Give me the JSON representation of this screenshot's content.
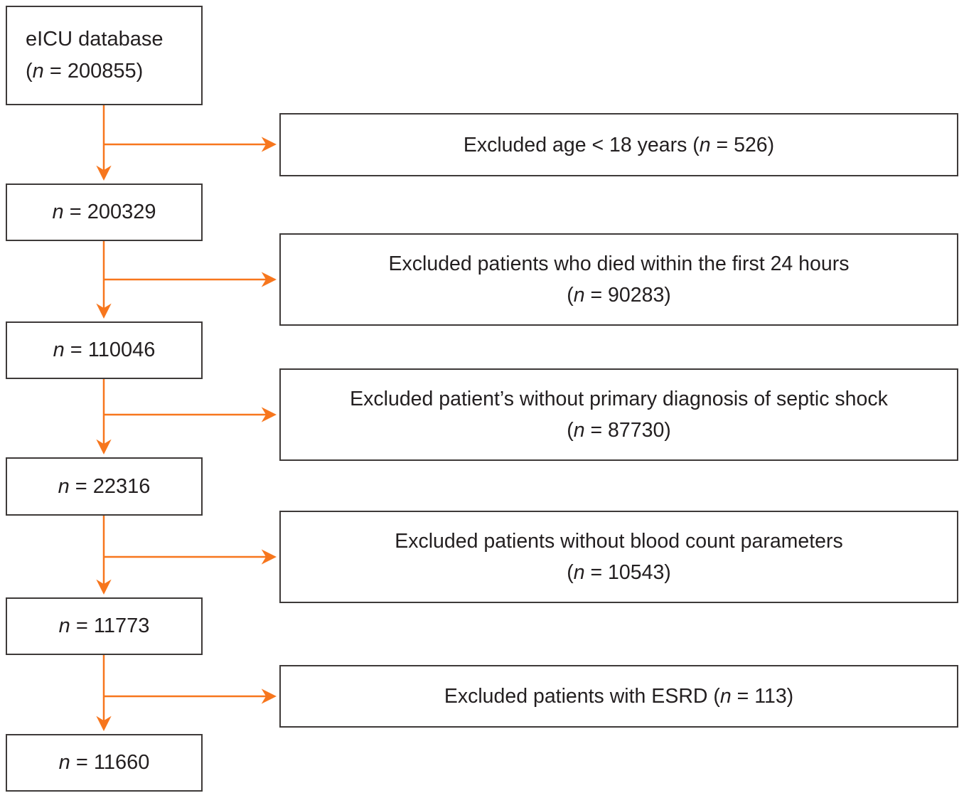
{
  "colors": {
    "accent": "#f7761d",
    "border": "#3e3a39",
    "text": "#231f20",
    "bg": "#ffffff"
  },
  "flow": {
    "source": {
      "title": "eICU database",
      "count_open": "(",
      "n": "n",
      "count_rest": " = 200855)"
    },
    "steps": [
      {
        "node": {
          "n": "n",
          "rest": " = 200329"
        },
        "exclusion": {
          "line1_pre": "Excluded age < 18 years (",
          "n": "n",
          "line1_post": " = 526)"
        }
      },
      {
        "node": {
          "n": "n",
          "rest": " = 110046"
        },
        "exclusion": {
          "line1": "Excluded patients who died within the first 24 hours",
          "line2_pre": "(",
          "n": "n",
          "line2_post": " = 90283)"
        }
      },
      {
        "node": {
          "n": "n",
          "rest": " = 22316"
        },
        "exclusion": {
          "line1": "Excluded patient’s without primary diagnosis of septic shock",
          "line2_pre": "(",
          "n": "n",
          "line2_post": " = 87730)"
        }
      },
      {
        "node": {
          "n": "n",
          "rest": " = 11773"
        },
        "exclusion": {
          "line1": "Excluded patients without blood count parameters",
          "line2_pre": "(",
          "n": "n",
          "line2_post": " = 10543)"
        }
      },
      {
        "node": {
          "n": "n",
          "rest": " = 11660"
        },
        "exclusion": {
          "line1_pre": "Excluded patients with ESRD (",
          "n": "n",
          "line1_post": " = 113)"
        }
      }
    ]
  }
}
